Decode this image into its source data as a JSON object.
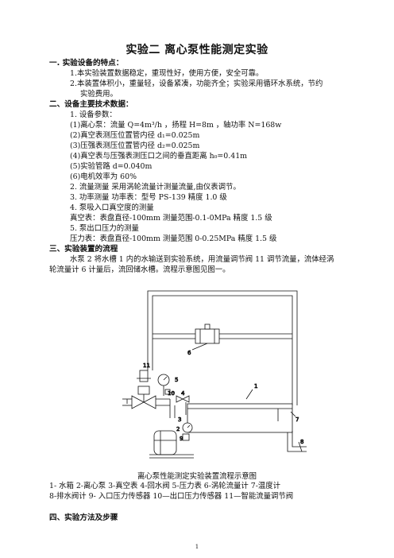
{
  "title": "实验二    离心泵性能测定实验",
  "s1": {
    "heading": "一. 实验设备的特点：",
    "items": [
      "1.本实验装置数据稳定，重现性好，使用方便，安全可靠。",
      "2.本装置体积小，重量轻，设备紧凑，功能齐全；实验采用循环水系统，节约",
      "实验费用。"
    ]
  },
  "s2": {
    "heading": "二、设备主要技术数据：",
    "lines": [
      "1. 设备参数：",
      "(1)离心泵：流量 Q=4m³/h ，扬程 H=8m ，轴功率 N=168w",
      "(2)真空表测压位置管内径 d₁=0.025m",
      "(3)压强表测压位置管内径 d₂=0.025m",
      "(4)真空表与压强表测压口之间的垂直距离 h₀=0.41m",
      "(5)实验管路 d=0.040m",
      "(6)电机效率为 60%",
      "2. 流量测量       采用涡轮流量计测量流量,由仪表调节。",
      "3. 功率测量       功率表：型号  PS-139              精度 1.0 级",
      "4. 泵吸入口真空度的测量",
      "真空表：表盘直径-100mm    测量范围-0.1-0MPa    精度 1.5 级",
      "5. 泵出口压力的测量",
      "压力表：表盘直径-100mm    测量范围 0-0.25MPa    精度 1.5 级"
    ]
  },
  "s3": {
    "heading": "三、实验装置的流程",
    "para": [
      "水泵 2 将水槽 1 内的水输送到实验系统，用流量调节阀 11 调节流量，流体经涡",
      "轮流量计 6 计量后，流回储水槽。流程示意图见图一。"
    ]
  },
  "figure": {
    "labels": [
      "6",
      "11",
      "5",
      "10",
      "4",
      "1",
      "3",
      "2",
      "9",
      "7",
      "8"
    ],
    "caption": "离心泵性能测定实验装置流程示意图",
    "legend": [
      "1-  水箱    2-离心泵    3-真空表    4-回水阀    5-压力表    6-涡轮流量计   7-温度计",
      "8-排水阀计  9-  入口压力传感器    10—出口压力传感器    11—智能流量调节阀"
    ]
  },
  "s4": {
    "heading": "四、实验方法及步骤"
  },
  "page_number": "1"
}
